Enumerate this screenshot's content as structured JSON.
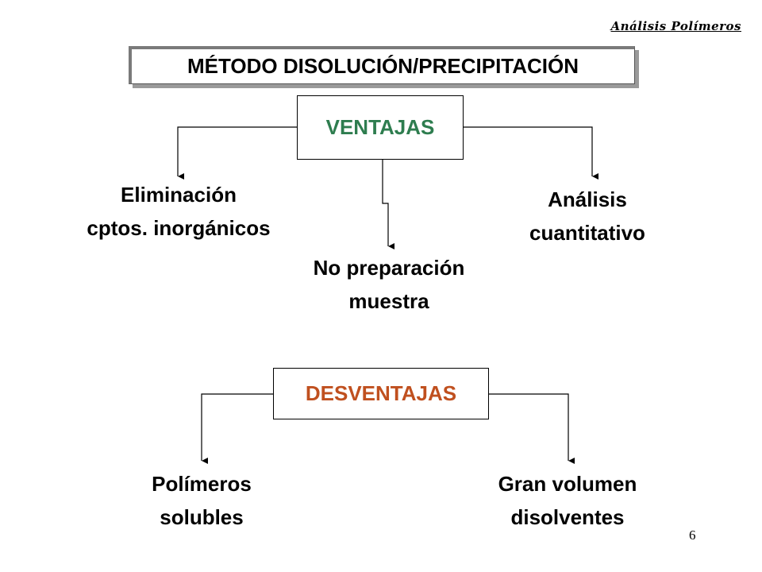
{
  "header_tag": "Análisis Polímeros",
  "title": "MÉTODO DISOLUCIÓN/PRECIPITACIÓN",
  "advantages": {
    "heading": "VENTAJAS",
    "heading_color": "#2e7d4f",
    "items": [
      {
        "line1": "Eliminación",
        "line2": "cptos. inorgánicos"
      },
      {
        "line1": "No preparación",
        "line2": "muestra"
      },
      {
        "line1": "Análisis",
        "line2": "cuantitativo"
      }
    ]
  },
  "disadvantages": {
    "heading": "DESVENTAJAS",
    "heading_color": "#c0501f",
    "items": [
      {
        "line1": "Polímeros",
        "line2": "solubles"
      },
      {
        "line1": "Gran volumen",
        "line2": "disolventes"
      }
    ]
  },
  "page_number": "6"
}
